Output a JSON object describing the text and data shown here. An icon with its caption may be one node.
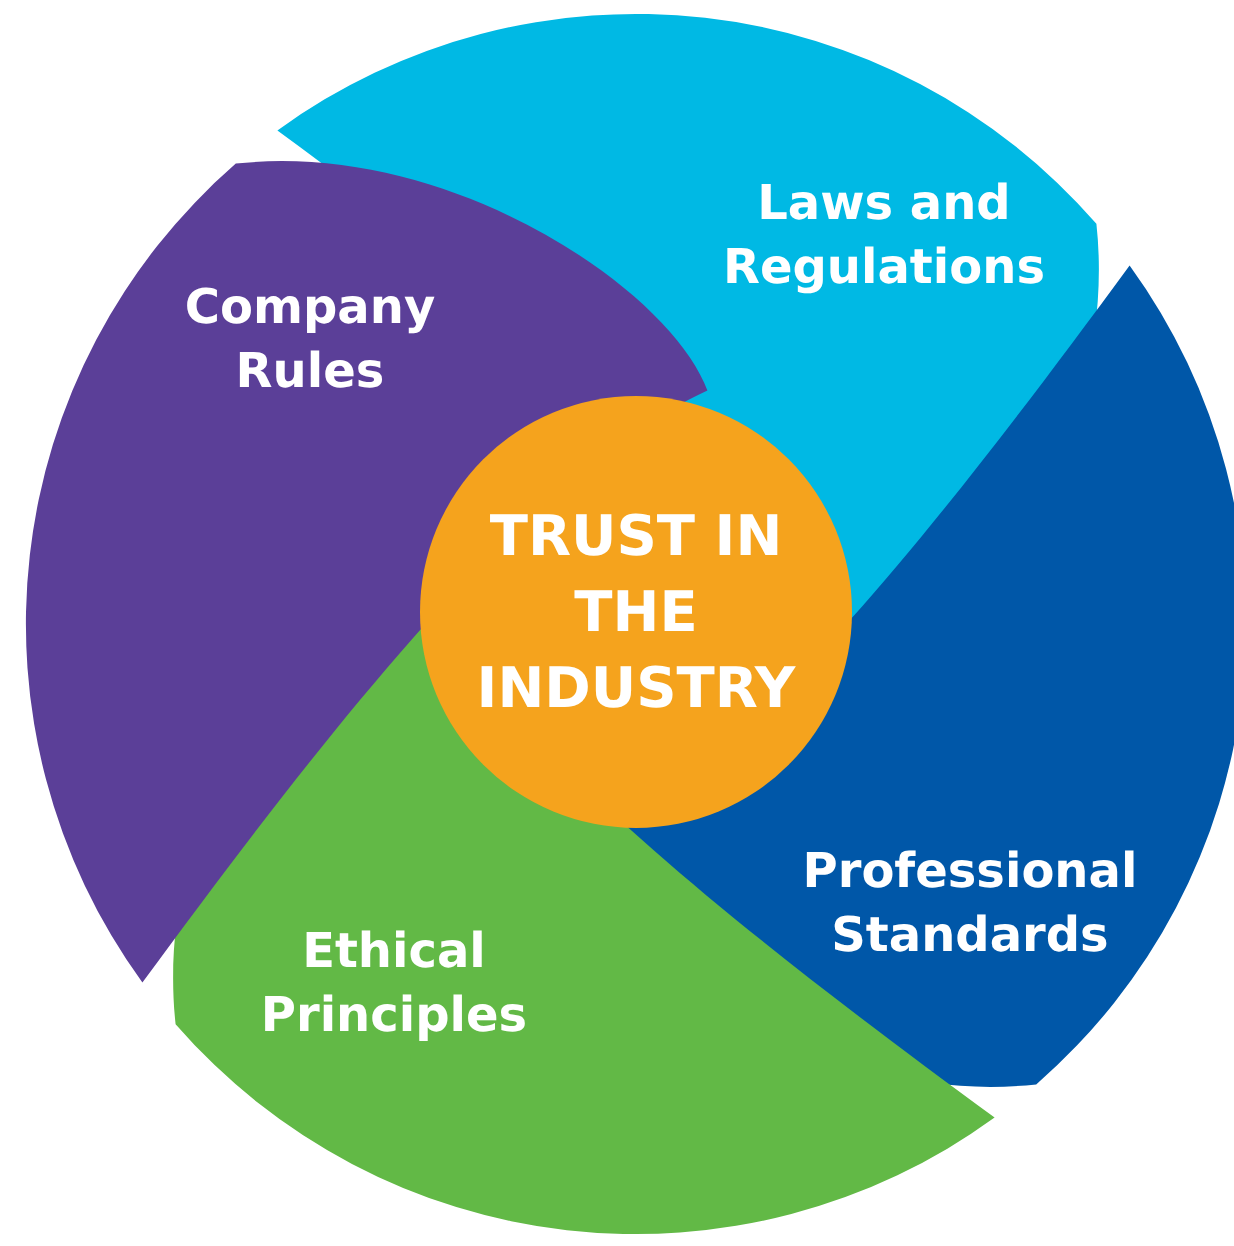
{
  "diagram": {
    "nodes": [
      {
        "text": [
          "Laws and Regulations"
        ]
      },
      {
        "text": [
          "Company Rules"
        ]
      },
      {
        "text": [
          "TRUST IN THE INDUSTRY"
        ]
      },
      {
        "text": [
          "Professional Standards"
        ]
      },
      {
        "text": [
          "Ethical Principles"
        ]
      }
    ]
  }
}
